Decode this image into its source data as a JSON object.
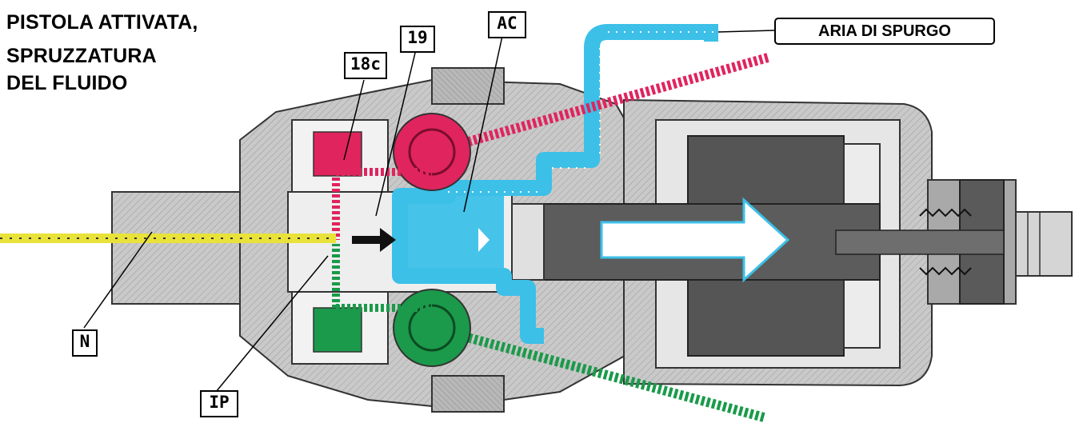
{
  "title": {
    "line1": "PISTOLA ATTIVATA,",
    "line2": "SPRUZZATURA",
    "line3": "DEL FLUIDO"
  },
  "labels": {
    "eighteen_c": "18c",
    "nineteen": "19",
    "ac": "AC",
    "n": "N",
    "ip": "IP",
    "purge_air": "ARIA DI SPURGO"
  },
  "colors": {
    "fluid_red": "#e0245e",
    "fluid_green": "#1a9a4a",
    "air_blue": "#3cc0e8",
    "solvent_yellow": "#e8e23a",
    "body_gray": "#bdbdbd",
    "piston_gray": "#555555"
  }
}
